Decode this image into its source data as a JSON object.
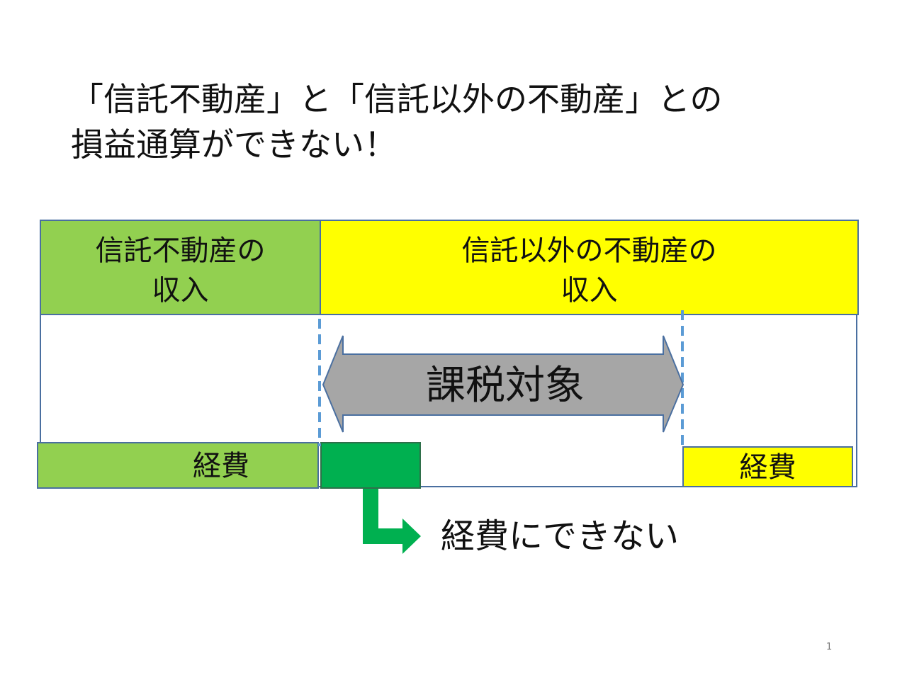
{
  "title": {
    "line1": "「信託不動産」と「信託以外の不動産」との",
    "line2": "損益通算ができない！"
  },
  "diagram": {
    "trust_income": {
      "line1": "信託不動産の",
      "line2": "収入",
      "color": "#92d050"
    },
    "other_income": {
      "line1": "信託以外の不動産の",
      "line2": "収入",
      "color": "#ffff00"
    },
    "taxable_label": "課税対象",
    "trust_expense_label": "経費",
    "other_expense_label": "経費",
    "not_deductible_label": "経費にできない",
    "colors": {
      "arrow_fill": "#a6a6a6",
      "dashed_line": "#5b9bd5",
      "non_deductible_block": "#00b050",
      "bent_arrow": "#00b050",
      "frame": "#4a6fa0"
    }
  },
  "footer": {
    "page_number": "1"
  }
}
